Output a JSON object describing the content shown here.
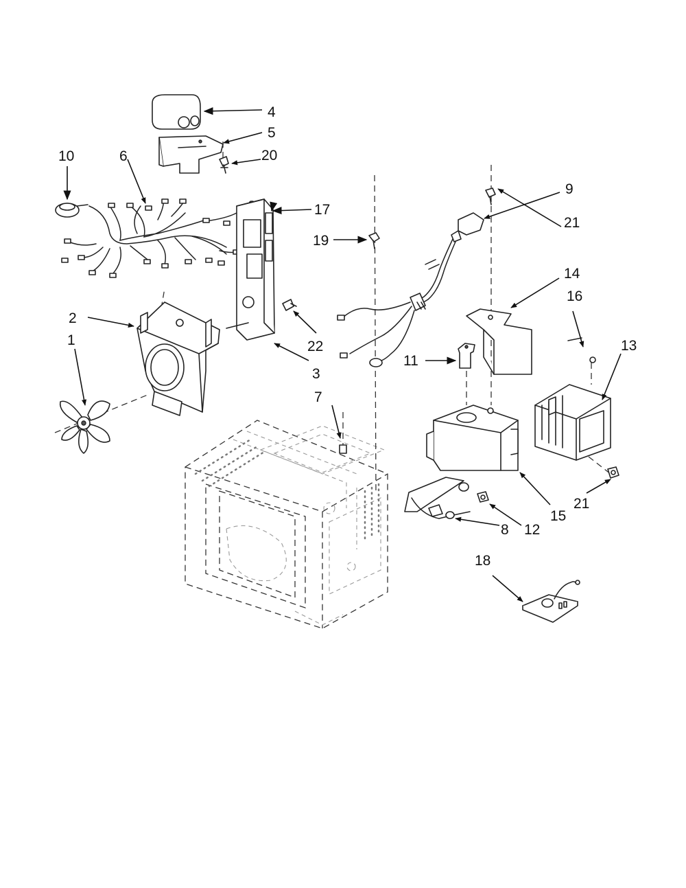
{
  "callouts": [
    {
      "id": "c1",
      "text": "1"
    },
    {
      "id": "c2",
      "text": "2"
    },
    {
      "id": "c3",
      "text": "3"
    },
    {
      "id": "c4",
      "text": "4"
    },
    {
      "id": "c5",
      "text": "5"
    },
    {
      "id": "c6",
      "text": "6"
    },
    {
      "id": "c7",
      "text": "7"
    },
    {
      "id": "c8",
      "text": "8"
    },
    {
      "id": "c9",
      "text": "9"
    },
    {
      "id": "c10",
      "text": "10"
    },
    {
      "id": "c11",
      "text": "11"
    },
    {
      "id": "c12",
      "text": "12"
    },
    {
      "id": "c13",
      "text": "13"
    },
    {
      "id": "c14",
      "text": "14"
    },
    {
      "id": "c15",
      "text": "15"
    },
    {
      "id": "c16",
      "text": "16"
    },
    {
      "id": "c17",
      "text": "17"
    },
    {
      "id": "c18",
      "text": "18"
    },
    {
      "id": "c19",
      "text": "19"
    },
    {
      "id": "c20",
      "text": "20"
    },
    {
      "id": "c21a",
      "text": "21"
    },
    {
      "id": "c21b",
      "text": "21"
    },
    {
      "id": "c22",
      "text": "22"
    }
  ]
}
